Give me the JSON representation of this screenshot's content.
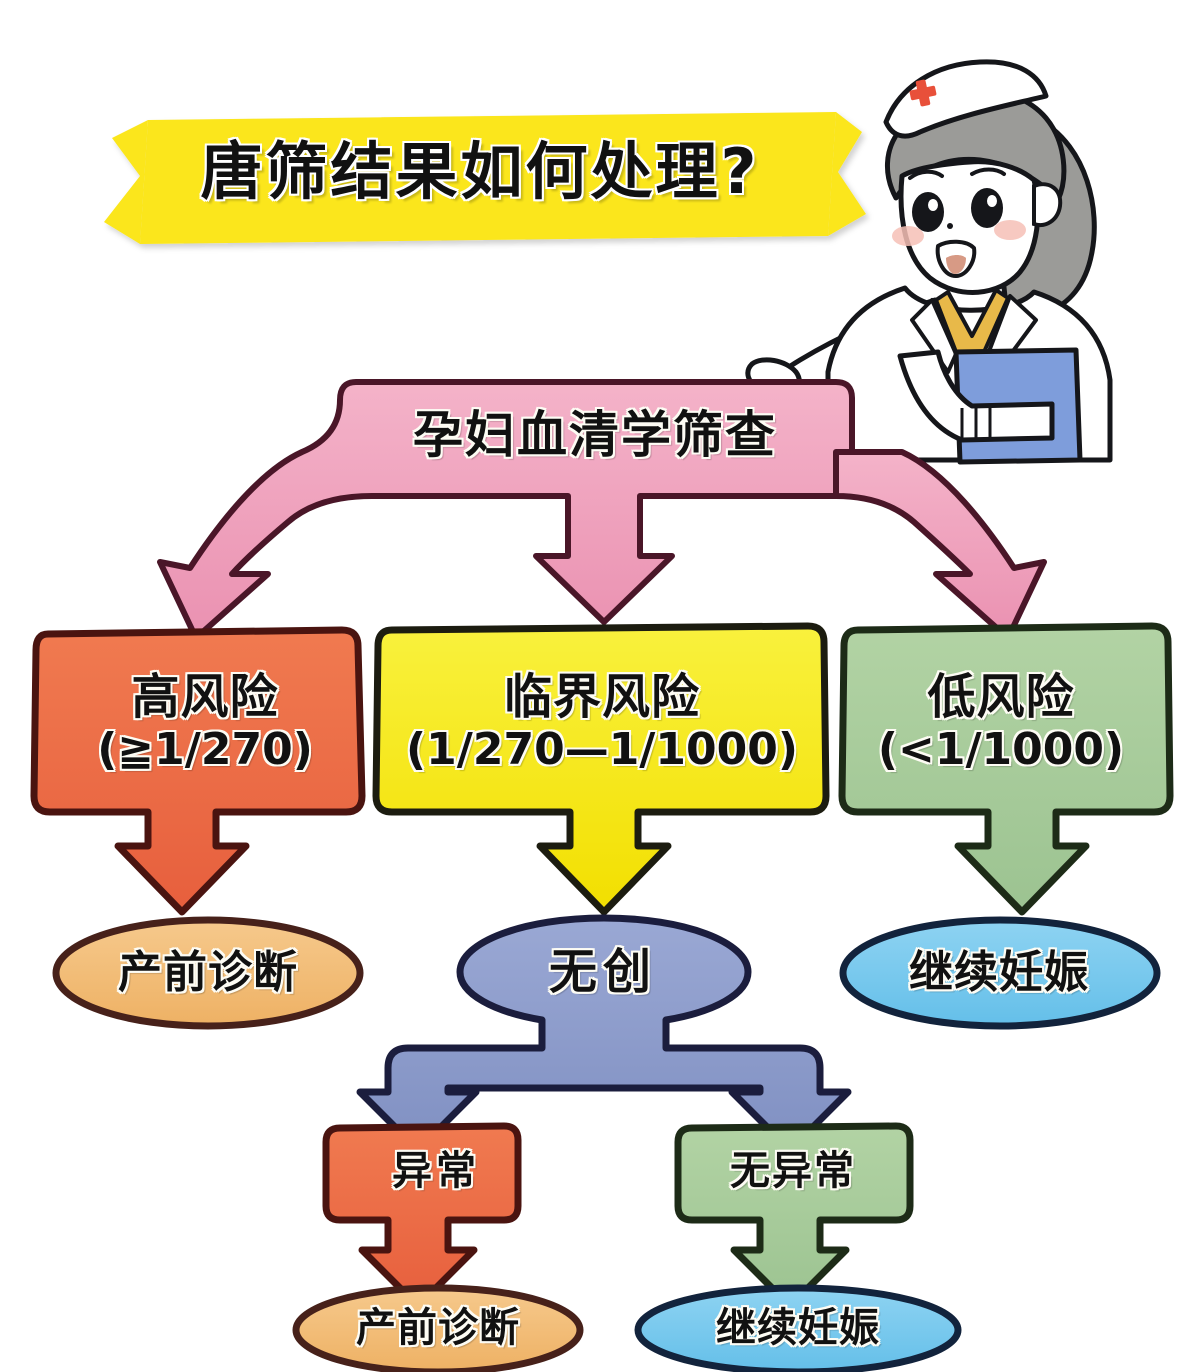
{
  "document": {
    "kind": "medical-decision-flowchart",
    "language": "zh-CN",
    "background_color": "#ffffff"
  },
  "title_banner": {
    "text": "唐筛结果如何处理?",
    "shape": "ribbon-banner",
    "fill_color": "#fbe61a",
    "text_color": "#111111"
  },
  "illustration": {
    "name": "cartoon-nurse",
    "description_parts": {
      "cap": "nurse-cap",
      "cap_color": "#ffffff",
      "cross_badge_color": "#e8503a",
      "hair_color": "#9b9b98",
      "coat_color": "#ffffff",
      "shirt_color": "#e8b949",
      "clipboard_color": "#7e9ddb",
      "skin_color": "#ffffff",
      "blush_color": "#f6c0b6"
    }
  },
  "flow": {
    "root": {
      "id": "root",
      "label": "孕妇血清学筛查",
      "shape": "banner-split-arrow",
      "fill_color": "#f0a3bf",
      "stroke_color": "#4a1628"
    },
    "risk_levels": [
      {
        "id": "risk-high",
        "label": "高风险",
        "range": "(≧1/270)",
        "shape": "rounded-box",
        "fill_color": "#ef6b45",
        "stroke_color": "#4a1410",
        "arrow_color": "#ef6b45"
      },
      {
        "id": "risk-borderline",
        "label": "临界风险",
        "range": "(1/270—1/1000)",
        "shape": "rounded-box",
        "fill_color": "#f5e616",
        "stroke_color": "#1c1c10",
        "arrow_color": "#f5e616"
      },
      {
        "id": "risk-low",
        "label": "低风险",
        "range": "(<1/1000)",
        "shape": "rounded-box",
        "fill_color": "#a6cc9a",
        "stroke_color": "#1d2b17",
        "arrow_color": "#a6cc9a"
      }
    ],
    "level2": [
      {
        "id": "result-prenatal-diagnosis-1",
        "label": "产前诊断",
        "shape": "ellipse",
        "fill_color": "#f2bd77",
        "stroke_color": "#47211a"
      },
      {
        "id": "result-nipt",
        "label": "无创",
        "shape": "ellipse-split-arrow",
        "fill_color": "#8c9ccb",
        "stroke_color": "#1b1d3d",
        "arrow_color": "#8c9ccb"
      },
      {
        "id": "result-continue-pregnancy-1",
        "label": "继续妊娠",
        "shape": "ellipse",
        "fill_color": "#72c6ee",
        "stroke_color": "#12233c"
      }
    ],
    "level3": [
      {
        "id": "nipt-abnormal",
        "label": "异常",
        "shape": "rounded-box",
        "fill_color": "#ed6b49",
        "stroke_color": "#4a1410",
        "arrow_color": "#ed6b49"
      },
      {
        "id": "nipt-normal",
        "label": "无异常",
        "shape": "rounded-box",
        "fill_color": "#a6cc9a",
        "stroke_color": "#1d2b17",
        "arrow_color": "#a6cc9a"
      }
    ],
    "level4": [
      {
        "id": "result-prenatal-diagnosis-2",
        "label": "产前诊断",
        "shape": "ellipse",
        "fill_color": "#f2bd77",
        "stroke_color": "#47211a"
      },
      {
        "id": "result-continue-pregnancy-2",
        "label": "继续妊娠",
        "shape": "ellipse",
        "fill_color": "#72c6ee",
        "stroke_color": "#12233c"
      }
    ]
  }
}
